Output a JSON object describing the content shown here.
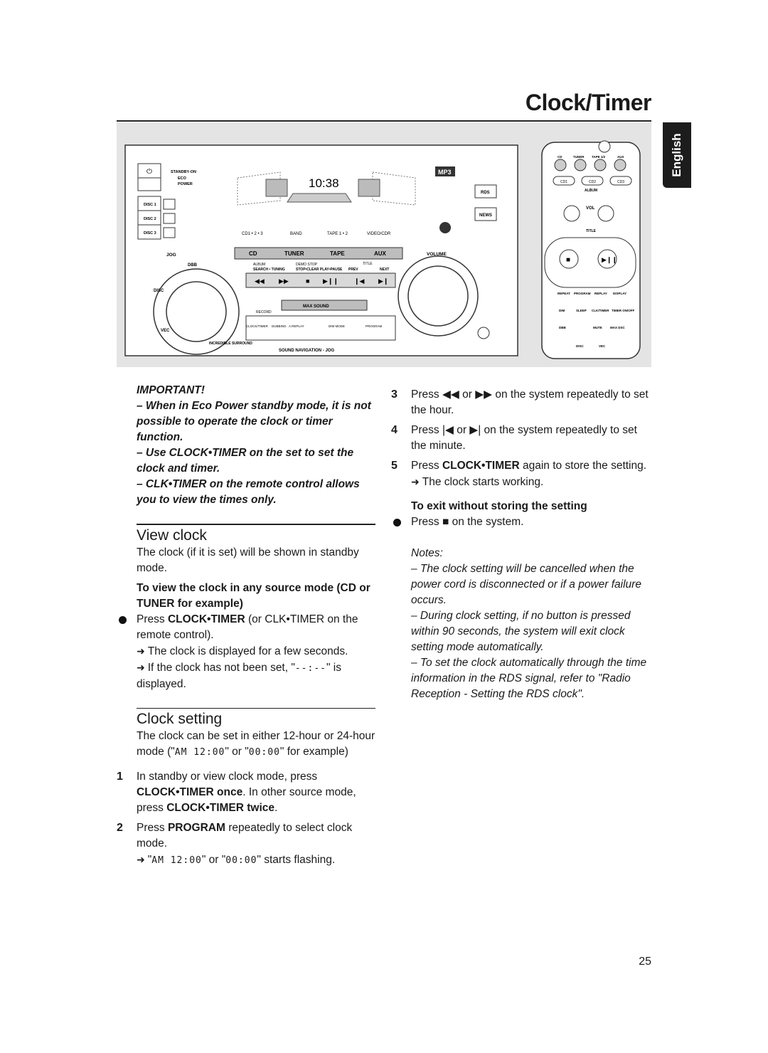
{
  "page": {
    "title": "Clock/Timer",
    "language_tab": "English",
    "page_number": "25"
  },
  "figure": {
    "device_labels": {
      "standby_on": "STANDBY-ON",
      "eco": "ECO",
      "power": "POWER",
      "disc1": "DISC 1",
      "disc2": "DISC 2",
      "disc3": "DISC 3",
      "clock_display": "10:38",
      "mp3": "MP3",
      "rds": "RDS",
      "news": "NEWS",
      "source_row": [
        "CD1 • 2 • 3",
        "BAND",
        "TAPE 1 • 2",
        "VIDEO/CDR"
      ],
      "source_buttons": [
        "CD",
        "TUNER",
        "TAPE",
        "AUX"
      ],
      "volume": "VOLUME",
      "jog": "JOG",
      "dbb": "DBB",
      "disc": "DISC",
      "vec": "VEC",
      "surround": "INCREDIBLE SURROUND",
      "album": "ALBUM",
      "demo_stop": "DEMO STOP",
      "title": "TITLE",
      "search_tuning": "SEARCH • TUNING",
      "stop_clear": "STOP•CLEAR PLAY•PAUSE",
      "prev": "PREV",
      "next": "NEXT",
      "max_sound": "MAX SOUND",
      "record": "RECORD",
      "bottom_row": [
        "CLOCK/TIMER",
        "DUBBING",
        "A.REPLAY",
        "DIM MODE",
        "PROGRAM"
      ],
      "sound_navigation": "SOUND NAVIGATION - JOG"
    },
    "remote_labels": {
      "top": [
        "CD",
        "TUNER",
        "TAPE 1/2",
        "AUX"
      ],
      "discs": [
        "CD1",
        "CD2",
        "CD3"
      ],
      "album": "ALBUM",
      "vol": "VOL",
      "title": "TITLE",
      "row1": [
        "REPEAT",
        "PROGRAM",
        "REPLAY",
        "DISPLAY"
      ],
      "row2": [
        "DIM",
        "SLEEP",
        "CLK/TIMER",
        "TIMER ON/OFF"
      ],
      "row3": [
        "DBB",
        "",
        "MUTE",
        "MAX DSC"
      ],
      "row4": [
        "DISC",
        "VEC"
      ]
    }
  },
  "important": {
    "title": "IMPORTANT!",
    "items": [
      "– When in Eco Power standby mode, it is not possible to operate the clock or timer function.",
      "– Use CLOCK•TIMER on the set to set the clock and timer.",
      "– CLK•TIMER on the remote control allows you to view the times only."
    ]
  },
  "view_clock": {
    "heading": "View clock",
    "intro": "The clock (if it is set) will be shown in standby mode.",
    "subheading": "To view the clock in any source mode (CD or TUNER for example)",
    "bullet_a": "Press ",
    "bullet_b": "CLOCK•TIMER",
    "bullet_c": " (or CLK•TIMER on the remote control).",
    "result1": "The clock is displayed for a few seconds.",
    "result2a": "If the clock has not been set, \"",
    "result2_lcd": "--:--",
    "result2b": "\" is displayed."
  },
  "clock_setting": {
    "heading": "Clock setting",
    "intro_a": "The clock can be set in either 12-hour or 24-hour mode (\"",
    "lcd_am": "AM 12:00",
    "intro_b": "\" or \"",
    "lcd_24": "00:00",
    "intro_c": "\" for example)",
    "step1_num": "1",
    "step1_a": "In standby or view clock mode, press ",
    "step1_b": "CLOCK•TIMER once",
    "step1_c": ". In other source mode, press ",
    "step1_d": "CLOCK•TIMER twice",
    "step1_e": ".",
    "step2_num": "2",
    "step2_a": "Press ",
    "step2_b": "PROGRAM",
    "step2_c": " repeatedly to select clock mode.",
    "step2_result_a": "\"",
    "step2_result_b": "\" or \"",
    "step2_result_c": "\" starts flashing.",
    "step3_num": "3",
    "step3_a": "Press ",
    "step3_icon1": "◀◀",
    "step3_b": " or ",
    "step3_icon2": "▶▶",
    "step3_c": " on the system repeatedly to set the hour.",
    "step4_num": "4",
    "step4_a": "Press ",
    "step4_icon1": "|◀",
    "step4_b": " or ",
    "step4_icon2": "▶|",
    "step4_c": " on the system repeatedly to set the minute.",
    "step5_num": "5",
    "step5_a": "Press ",
    "step5_b": "CLOCK•TIMER",
    "step5_c": " again to store the setting.",
    "step5_result": "The clock starts working.",
    "exit_heading": "To exit without storing the setting",
    "exit_a": "Press ",
    "exit_icon": "■",
    "exit_b": " on the system."
  },
  "notes": {
    "title": "Notes:",
    "items": [
      "– The clock setting will be cancelled when the power cord is disconnected or if a power failure occurs.",
      "– During clock setting, if no button is pressed within 90 seconds, the system will exit clock setting mode automatically.",
      "– To set the clock automatically through the time information in the RDS signal, refer to \"Radio Reception - Setting the RDS clock\"."
    ]
  }
}
